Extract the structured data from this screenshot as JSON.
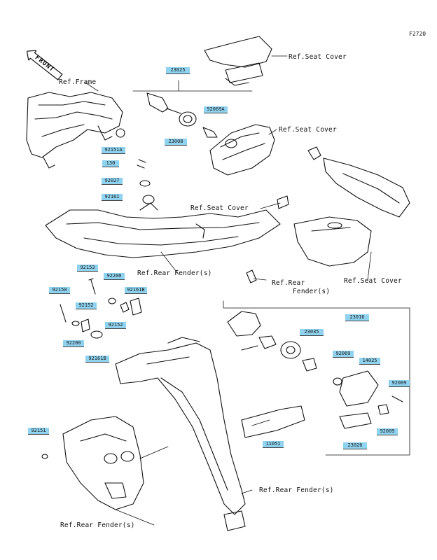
{
  "figure_code": "F2720",
  "front_label": "FRONT",
  "refs": {
    "frame": "Ref.Frame",
    "seat_cover_1": "Ref.Seat Cover",
    "seat_cover_2": "Ref.Seat Cover",
    "seat_cover_3": "Ref.Seat Cover",
    "seat_cover_4": "Ref.Seat Cover",
    "rear_fender_1": "Ref.Rear Fender(s)",
    "rear_fender_2a": "Ref.Rear",
    "rear_fender_2b": "Fender(s)",
    "rear_fender_3": "Ref.Rear Fender(s)",
    "rear_fender_4": "Ref.Rear Fender(s)"
  },
  "parts": {
    "p23025": "23025",
    "p92069A": "92069A",
    "p23008": "23008",
    "p92151A": "92151A",
    "p130": "130",
    "p92027": "92027",
    "p92161": "92161",
    "p92153": "92153",
    "p92200a": "92200",
    "p92161B": "92161B",
    "p92150": "92150",
    "p92152a": "92152",
    "p92152b": "92152",
    "p92200b": "92200",
    "p92161B2": "92161B",
    "p23016": "23016",
    "p23035": "23035",
    "p92069": "92069",
    "p14025": "14025",
    "p92009a": "92009",
    "p92009b": "92009",
    "p23026": "23026",
    "p11051": "11051",
    "p92151": "92151"
  }
}
